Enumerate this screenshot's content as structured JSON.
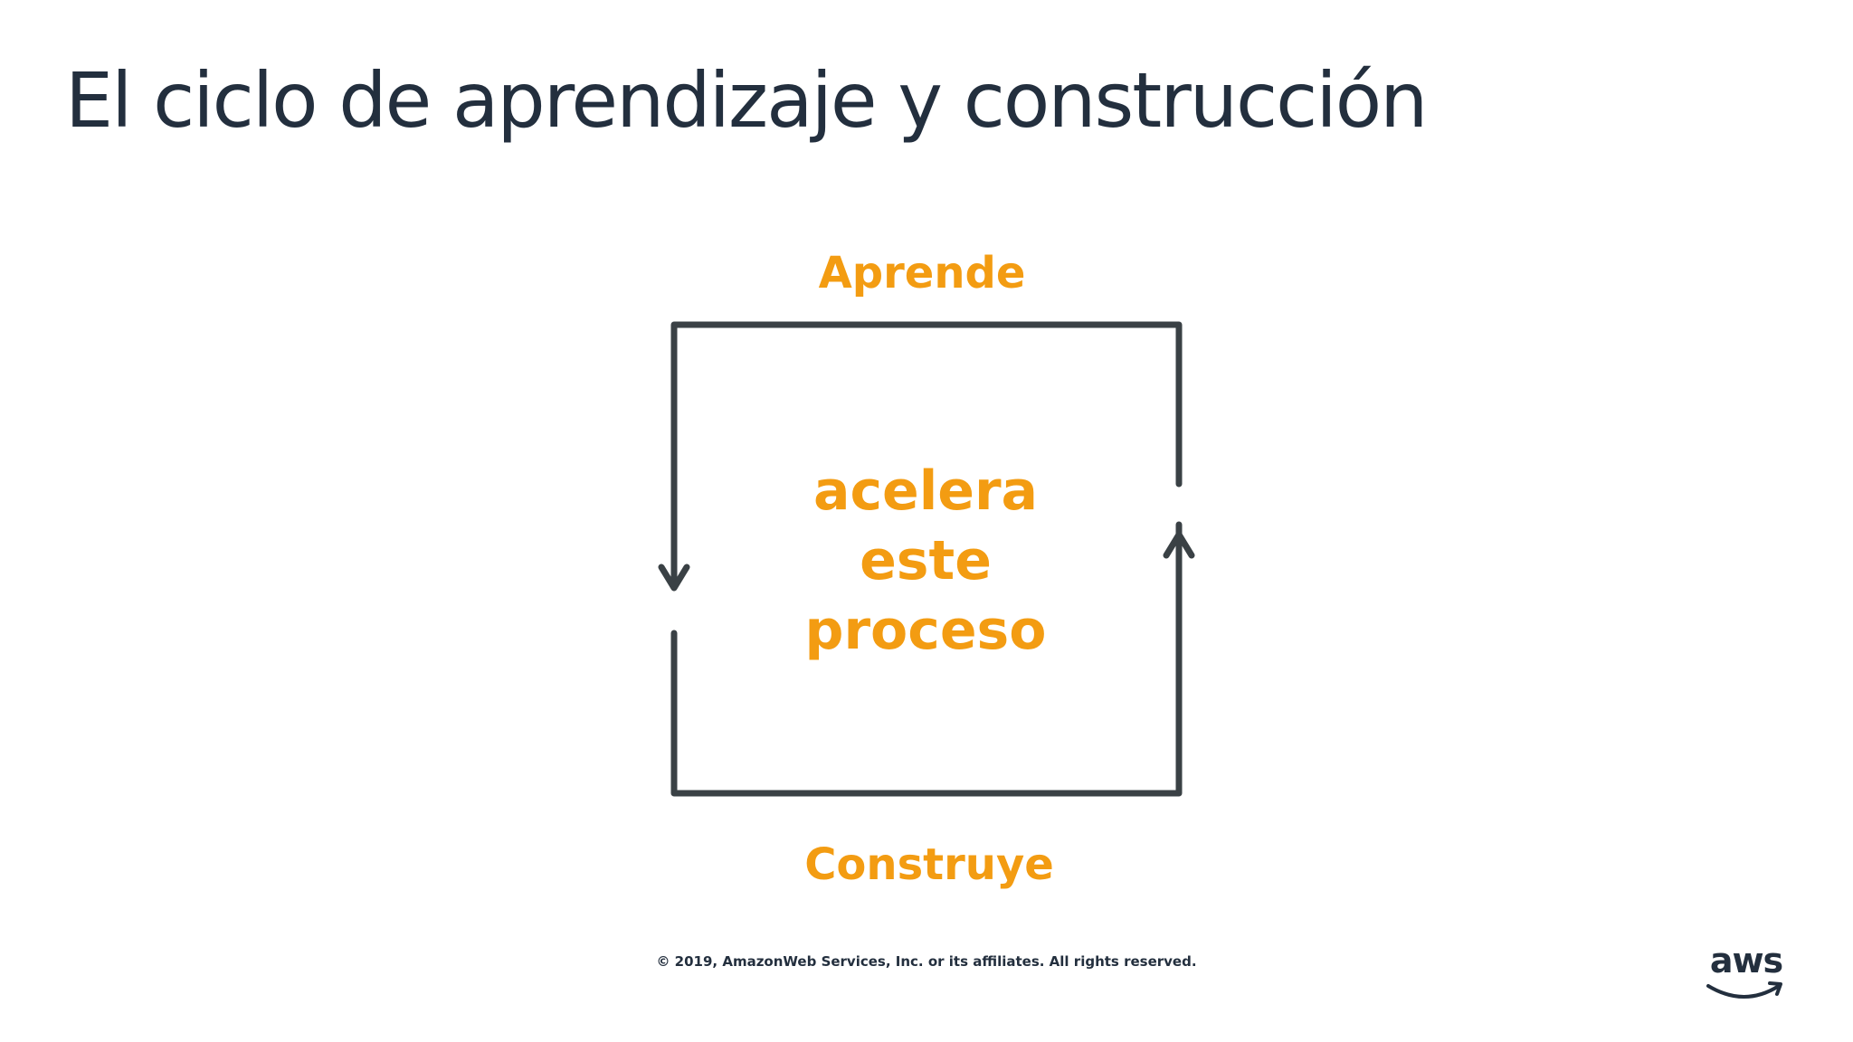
{
  "slide": {
    "title": "El ciclo de aprendizaje y construcción"
  },
  "diagram": {
    "top_label": "Aprende",
    "bottom_label": "Construye",
    "center_lines": [
      "acelera",
      "este",
      "proceso"
    ]
  },
  "footer": {
    "copyright": "© 2019, AmazonWeb Services, Inc. or its affiliates. All rights reserved.",
    "logo_text": "aws"
  },
  "colors": {
    "title": "#232f3e",
    "accent_orange": "#f39c12",
    "cycle_line": "#3a4145",
    "background": "#ffffff"
  }
}
